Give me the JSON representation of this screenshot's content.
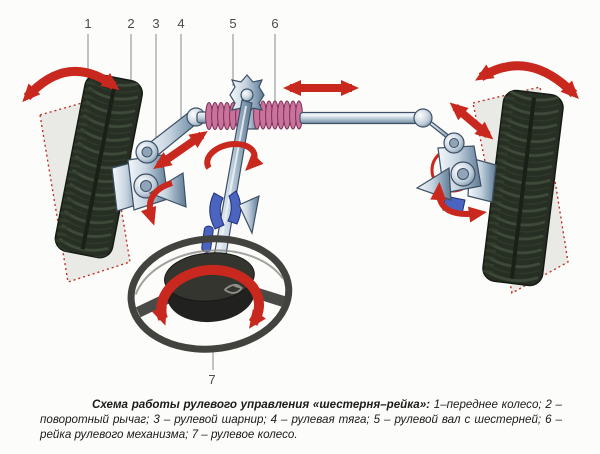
{
  "diagram": {
    "callout_numbers": [
      "1",
      "2",
      "3",
      "4",
      "5",
      "6",
      "7"
    ],
    "colors": {
      "arrow_red": "#c9281f",
      "tire": "#272e23",
      "tread": "#3e4a39",
      "metal_outline": "#3d5065",
      "rack_pink": "#c9739c",
      "rack_pink_dark": "#7d2f56",
      "joint_blue": "#4a64c0",
      "ghost_fill": "#e9e9e6",
      "ghost_border": "#c03028",
      "leader": "#8d9494",
      "caption_text": "#1b1b1b"
    }
  },
  "caption": {
    "title": "Схема работы рулевого управления «шестерня–рейка»:",
    "body": "1–переднее колесо; 2 – поворотный рычаг; 3 – рулевой шарнир; 4 – рулевая тяга; 5 – рулевой вал с шестерней; 6 – рейка рулевого механизма; 7 – рулевое колесо."
  }
}
